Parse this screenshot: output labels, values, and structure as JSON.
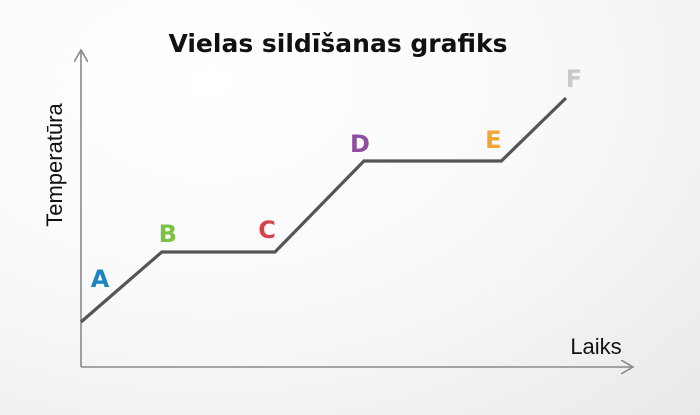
{
  "chart_data": {
    "type": "line",
    "title": "Vielas sildīšanas grafiks",
    "xlabel": "Laiks",
    "ylabel": "Temperatūra",
    "grid": false,
    "colors": {
      "line": "#555555",
      "axis": "#8a8a8a",
      "A": "#1a86c1",
      "B": "#7cc242",
      "C": "#d8434b",
      "D": "#8f4ea1",
      "E": "#f3a433",
      "F": "#c9c9c9"
    },
    "points": [
      {
        "label": "A",
        "x": 0,
        "y": 0
      },
      {
        "label": "B",
        "x": 1,
        "y": 1
      },
      {
        "label": "C",
        "x": 2.4,
        "y": 1
      },
      {
        "label": "D",
        "x": 3.5,
        "y": 2.3
      },
      {
        "label": "E",
        "x": 5.2,
        "y": 2.3
      },
      {
        "label": "F",
        "x": 6,
        "y": 3.2
      }
    ]
  }
}
